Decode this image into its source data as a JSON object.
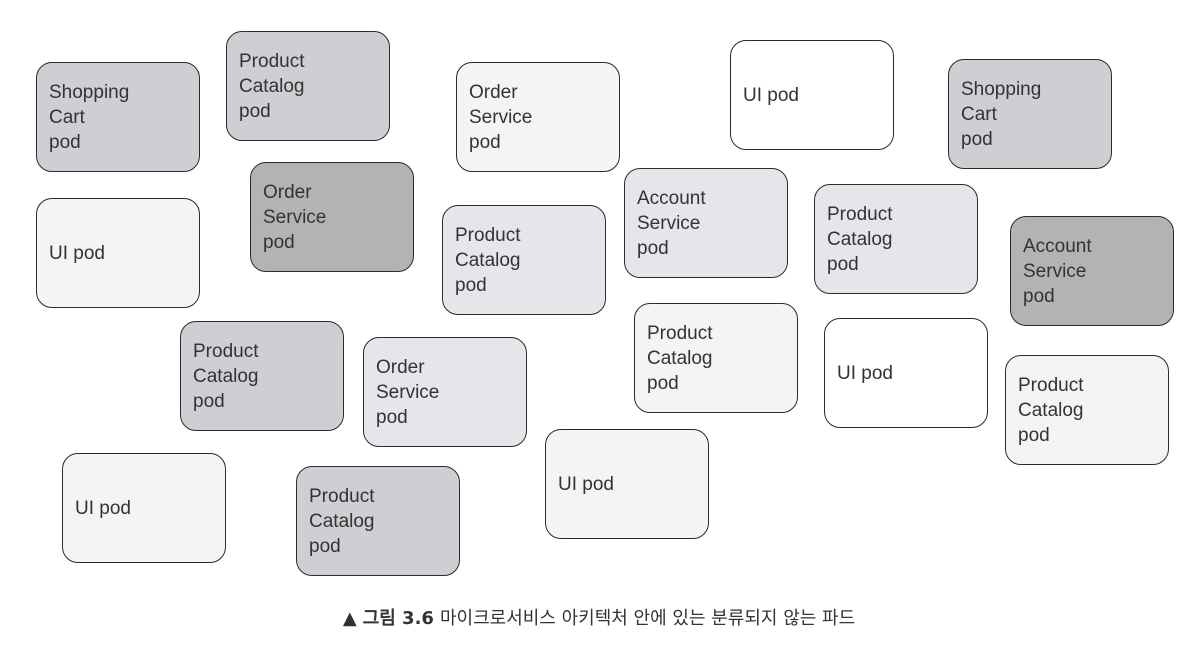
{
  "pods": [
    {
      "label": "Shopping\nCart\npod",
      "shade": "dark"
    },
    {
      "label": "Product\nCatalog\npod",
      "shade": "dark"
    },
    {
      "label": "Order\nService\npod",
      "shade": "light"
    },
    {
      "label": "UI pod",
      "shade": "white"
    },
    {
      "label": "Shopping\nCart\npod",
      "shade": "dark"
    },
    {
      "label": "UI pod",
      "shade": "light"
    },
    {
      "label": "Order\nService\npod",
      "shade": "darker"
    },
    {
      "label": "Product\nCatalog\npod",
      "shade": "mid"
    },
    {
      "label": "Account\nService\npod",
      "shade": "mid"
    },
    {
      "label": "Product\nCatalog\npod",
      "shade": "mid"
    },
    {
      "label": "Account\nService\npod",
      "shade": "darker"
    },
    {
      "label": "Product\nCatalog\npod",
      "shade": "dark"
    },
    {
      "label": "Order\nService\npod",
      "shade": "mid"
    },
    {
      "label": "Product\nCatalog\npod",
      "shade": "light"
    },
    {
      "label": "UI pod",
      "shade": "white"
    },
    {
      "label": "Product\nCatalog\npod",
      "shade": "light"
    },
    {
      "label": "UI pod",
      "shade": "light"
    },
    {
      "label": "UI pod",
      "shade": "light"
    },
    {
      "label": "Product\nCatalog\npod",
      "shade": "dark"
    }
  ],
  "caption": {
    "marker": "▲",
    "figure": "그림 3.6",
    "text": "마이크로서비스 아키텍처 안에 있는 분류되지 않는 파드"
  }
}
